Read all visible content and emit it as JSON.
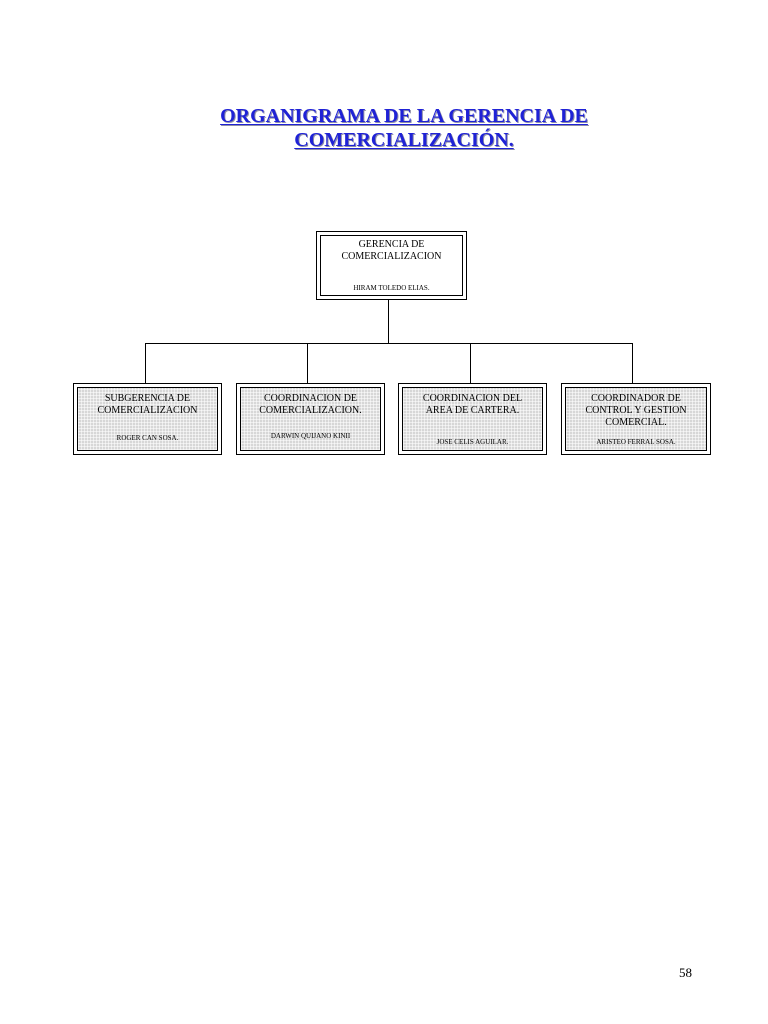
{
  "title": {
    "line1": "ORGANIGRAMA DE LA GERENCIA DE",
    "line2": "COMERCIALIZACIÓN."
  },
  "root": {
    "title_line1": "GERENCIA DE",
    "title_line2": "COMERCIALIZACION",
    "person": "HIRAM TOLEDO ELIAS."
  },
  "children": [
    {
      "title_line1": "SUBGERENCIA DE",
      "title_line2": "COMERCIALIZACION",
      "title_line3": "",
      "person": "ROGER CAN SOSA."
    },
    {
      "title_line1": "COORDINACION DE",
      "title_line2": "COMERCIALIZACION.",
      "title_line3": "",
      "person": "DARWIN QUIJANO KINII"
    },
    {
      "title_line1": "COORDINACION DEL",
      "title_line2": "AREA DE CARTERA.",
      "title_line3": "",
      "person": "JOSE CELIS AGUILAR."
    },
    {
      "title_line1": "COORDINADOR DE",
      "title_line2": "CONTROL Y GESTION",
      "title_line3": "COMERCIAL.",
      "person": "ARISTEO FERRAL SOSA."
    }
  ],
  "page_number": "58",
  "colors": {
    "title": "#1f22d6",
    "box_fill": "#d7d7d7"
  }
}
